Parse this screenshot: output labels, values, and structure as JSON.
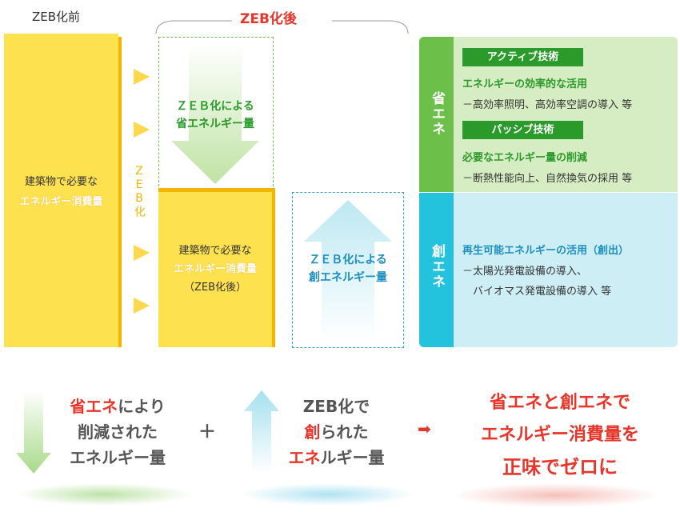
{
  "top": {
    "before_label": "ZEB化前",
    "after_label": "ZEB化後"
  },
  "before_bar": {
    "line1": "建築物で必要な",
    "line2": "エネルギー消費量"
  },
  "zeb_arrow_label": "ZEB化",
  "after_bar": {
    "line1": "建築物で必要な",
    "line2": "エネルギー消費量",
    "line3": "（ZEB化後）"
  },
  "saving_box": {
    "line1": "ＺＥＢ化による",
    "line2": "省エネルギー量"
  },
  "creation_box": {
    "line1": "ＺＥＢ化による",
    "line2": "創エネルギー量"
  },
  "panel_save": {
    "tab": "省エネ",
    "active_title": "アクティブ技術",
    "active_heading": "エネルギーの効率的な活用",
    "active_detail": "－高効率照明、高効率空調の導入 等",
    "passive_title": "パッシブ技術",
    "passive_heading": "必要なエネルギー量の削減",
    "passive_detail": "－断熱性能向上、自然換気の採用 等"
  },
  "panel_create": {
    "tab": "創エネ",
    "heading": "再生可能エネルギーの活用（創出）",
    "detail1": "－太陽光発電設備の導入、",
    "detail2": "バイオマス発電設備の導入 等"
  },
  "bottom": {
    "left_red": "省エネ",
    "left_rest1": "により",
    "left_line2": "削減された",
    "left_line3": "エネルギー量",
    "plus": "＋",
    "mid_line1": "ZEB化で",
    "mid_red": "創",
    "mid_rest2": "られた",
    "mid_red3": "エネ",
    "mid_rest3": "ルギー量",
    "arrow": "➡",
    "right_line1": "省エネと創エネで",
    "right_line2": "エネルギー消費量を",
    "right_line3": "正味でゼロに"
  },
  "colors": {
    "yellow": "#fde14f",
    "yellow_dark": "#f2b600",
    "orange_text": "#f39800",
    "green_text": "#2a9a2a",
    "green_panel": "#d6ecc2",
    "green_tab": "#6cc04a",
    "blue_text": "#1d8fc0",
    "blue_panel": "#cdeef5",
    "blue_tab": "#23c2dd",
    "red": "#e8352a"
  }
}
